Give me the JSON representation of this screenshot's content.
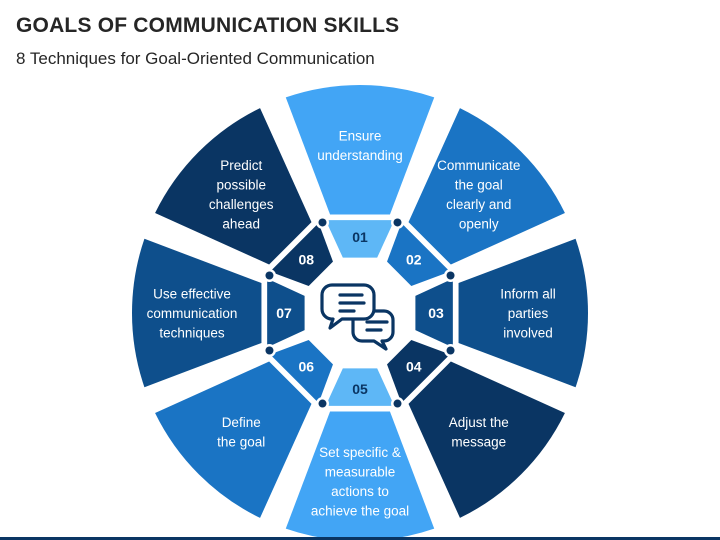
{
  "header": {
    "title": "GOALS OF COMMUNICATION SKILLS",
    "subtitle": "8 Techniques for Goal-Oriented Communication"
  },
  "colors": {
    "light": "#42a5f5",
    "mid": "#1a74c4",
    "dark": "#0e4f8c",
    "navy": "#0a3563",
    "ring_light": "#5eb7f6",
    "center_bg": "#ffffff",
    "icon": "#0a3563",
    "text_dark": "#262626",
    "bottom_bar": "#0a3563"
  },
  "center_icon": "chat-bubbles-icon",
  "segments": [
    {
      "number": "01",
      "lines": [
        "Ensure",
        "understanding"
      ],
      "color": "light"
    },
    {
      "number": "02",
      "lines": [
        "Communicate",
        "the goal",
        "clearly and",
        "openly"
      ],
      "color": "mid"
    },
    {
      "number": "03",
      "lines": [
        "Inform all",
        "parties",
        "involved"
      ],
      "color": "dark"
    },
    {
      "number": "04",
      "lines": [
        "Adjust the",
        "message"
      ],
      "color": "navy"
    },
    {
      "number": "05",
      "lines": [
        "Set specific &",
        "measurable",
        "actions to",
        "achieve the goal"
      ],
      "color": "light"
    },
    {
      "number": "06",
      "lines": [
        "Define",
        "the goal"
      ],
      "color": "mid"
    },
    {
      "number": "07",
      "lines": [
        "Use effective",
        "communication",
        "techniques"
      ],
      "color": "dark"
    },
    {
      "number": "08",
      "lines": [
        "Predict",
        "possible",
        "challenges",
        "ahead"
      ],
      "color": "navy"
    }
  ]
}
